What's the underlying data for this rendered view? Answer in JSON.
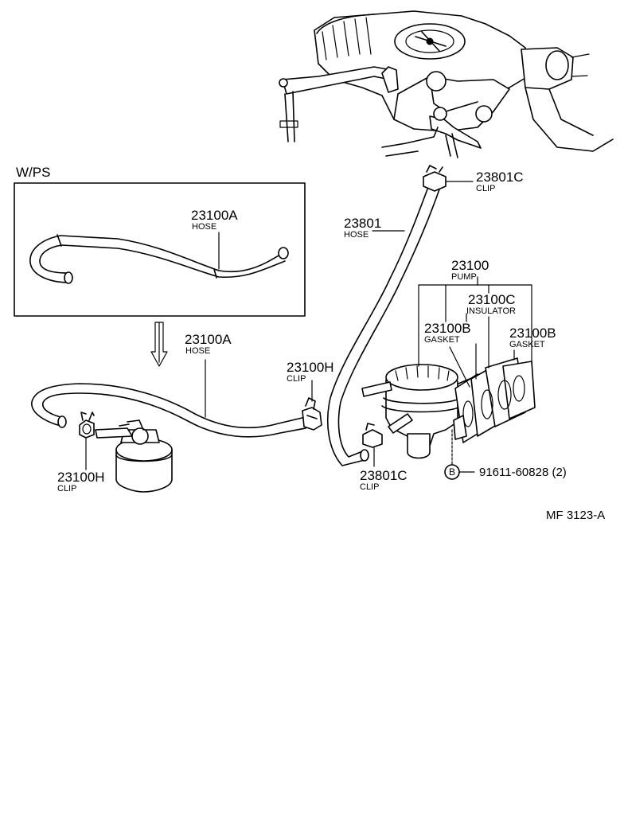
{
  "inset": {
    "title": "W/PS"
  },
  "labels": {
    "hose_inset_num": "23100A",
    "hose_inset_name": "HOSE",
    "hose_main_num": "23100A",
    "hose_main_name": "HOSE",
    "clip_h1_num": "23100H",
    "clip_h1_name": "CLIP",
    "clip_h2_num": "23100H",
    "clip_h2_name": "CLIP",
    "hose_23801_num": "23801",
    "hose_23801_name": "HOSE",
    "clip_top_num": "23801C",
    "clip_top_name": "CLIP",
    "clip_bottom_num": "23801C",
    "clip_bottom_name": "CLIP",
    "pump_num": "23100",
    "pump_name": "PUMP",
    "insulator_num": "23100C",
    "insulator_name": "INSULATOR",
    "gasket1_num": "23100B",
    "gasket1_name": "GASKET",
    "gasket2_num": "23100B",
    "gasket2_name": "GASKET",
    "bolt_symbol": "B",
    "bolt_ref": "91611-60828 (2)"
  },
  "figure_code": "MF 3123-A",
  "colors": {
    "ink": "#000000",
    "paper": "#ffffff"
  }
}
